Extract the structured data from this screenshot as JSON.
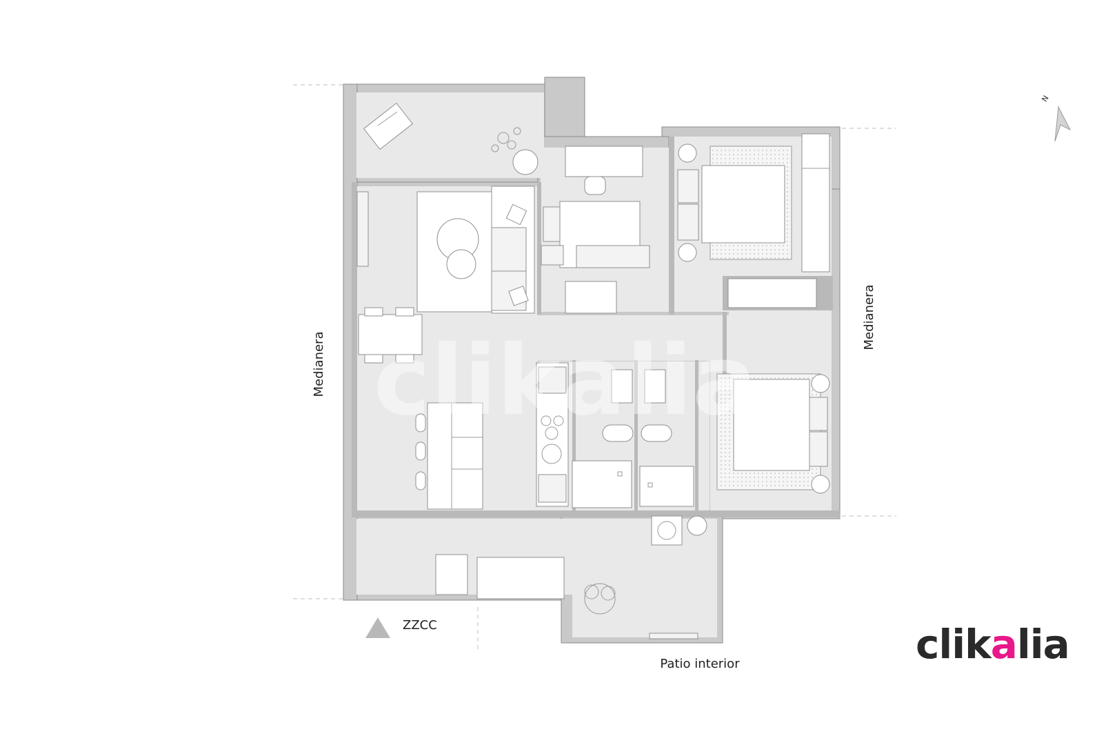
{
  "labels": {
    "left_party_wall": "Medianera",
    "right_party_wall": "Medianera",
    "common_zones": "ZZCC",
    "interior_patio": "Patio interior",
    "north": "N"
  },
  "watermark": "clikalia",
  "logo": {
    "text_start": "clik",
    "text_mark": "a",
    "text_end": "lia",
    "brand_color": "#e8178a",
    "text_color": "#2a2a2a"
  },
  "colors": {
    "floor": "#e9e9e9",
    "walls": "#c9c9c9",
    "furniture": "#ffffff"
  }
}
